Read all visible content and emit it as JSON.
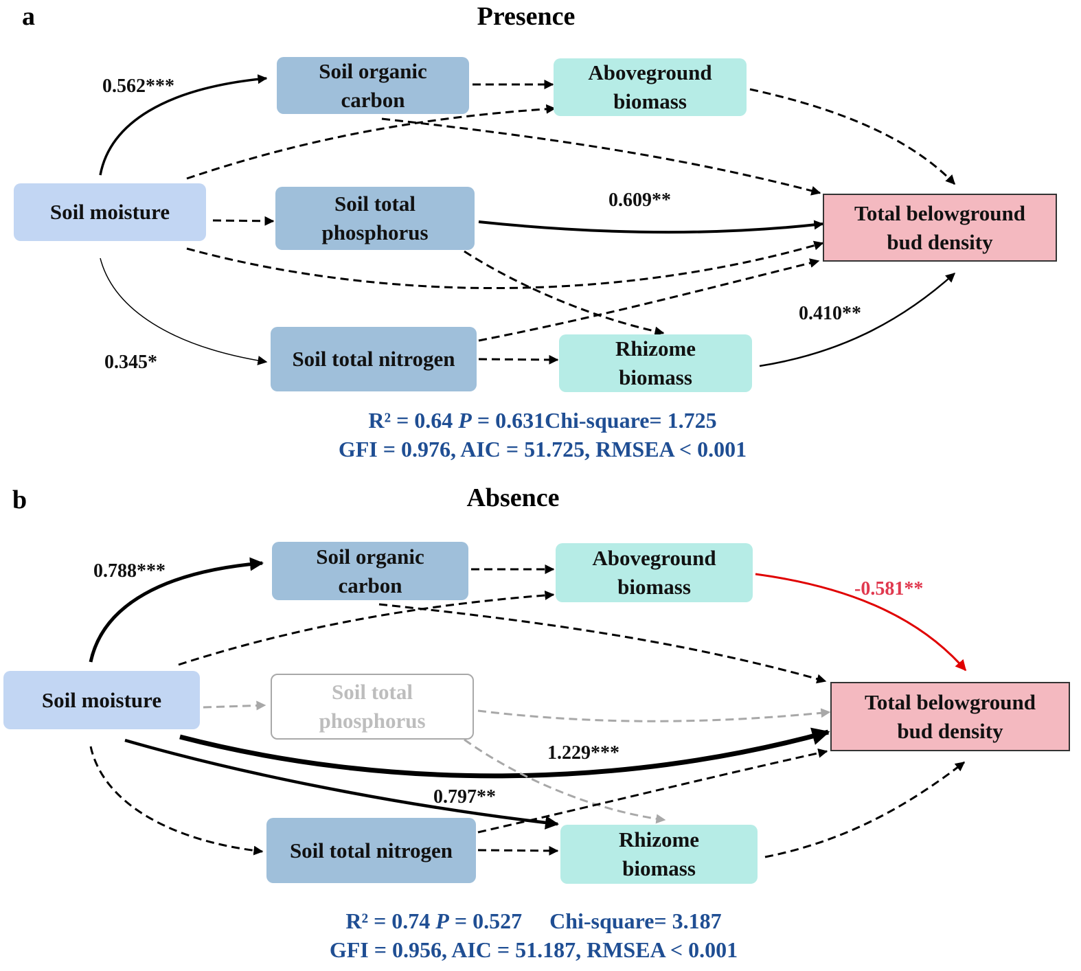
{
  "panels": [
    {
      "letter": "a",
      "title": "Presence",
      "nodes": {
        "moisture": "Soil moisture",
        "soc": [
          "Soil organic",
          "carbon"
        ],
        "stp": [
          "Soil total",
          "phosphorus"
        ],
        "stn": "Soil total nitrogen",
        "agb": [
          "Aboveground",
          "biomass"
        ],
        "rhz": [
          "Rhizome",
          "biomass"
        ],
        "target": [
          "Total belowground",
          "bud density"
        ]
      },
      "paths": [
        {
          "from": "Soil moisture",
          "to": "Soil organic carbon",
          "coef": "0.562***",
          "significant": true
        },
        {
          "from": "Soil total phosphorus",
          "to": "Total belowground bud density",
          "coef": "0.609**",
          "significant": true
        },
        {
          "from": "Soil moisture",
          "to": "Soil total nitrogen",
          "coef": "0.345*",
          "significant": true
        },
        {
          "from": "Rhizome biomass",
          "to": "Total belowground bud density",
          "coef": "0.410**",
          "significant": true
        }
      ],
      "stats": {
        "line1_a": "R² = 0.64 ",
        "line1_p": "P",
        "line1_b": " = 0.631Chi-square= 1.725",
        "line2": "GFI = 0.976, AIC = 51.725, RMSEA < 0.001"
      }
    },
    {
      "letter": "b",
      "title": "Absence",
      "nodes": {
        "moisture": "Soil moisture",
        "soc": [
          "Soil organic",
          "carbon"
        ],
        "stp": [
          "Soil total",
          "phosphorus"
        ],
        "stn": "Soil total nitrogen",
        "agb": [
          "Aboveground",
          "biomass"
        ],
        "rhz": [
          "Rhizome",
          "biomass"
        ],
        "target": [
          "Total belowground",
          "bud density"
        ]
      },
      "paths": [
        {
          "from": "Soil moisture",
          "to": "Soil organic carbon",
          "coef": "0.788***",
          "significant": true
        },
        {
          "from": "Aboveground biomass",
          "to": "Total belowground bud density",
          "coef": "-0.581**",
          "significant": true,
          "negative": true
        },
        {
          "from": "Soil moisture",
          "to": "Total belowground bud density",
          "coef": "1.229***",
          "significant": true
        },
        {
          "from": "Soil moisture",
          "to": "Rhizome biomass",
          "coef": "0.797**",
          "significant": true
        }
      ],
      "stats": {
        "line1_a": "R² = 0.74 ",
        "line1_p": "P",
        "line1_b": " = 0.527     Chi-square= 3.187",
        "line2": "GFI = 0.956, AIC = 51.187, RMSEA < 0.001"
      }
    }
  ],
  "colors": {
    "moisture": "#c2d6f3",
    "soil": "#9fbfda",
    "biomass": "#b6ece6",
    "target": "#f4b9c0",
    "stats_text": "#1f4e93",
    "negative_path": "#e00000",
    "nonsignificant_gray": "#a8a8a8"
  }
}
